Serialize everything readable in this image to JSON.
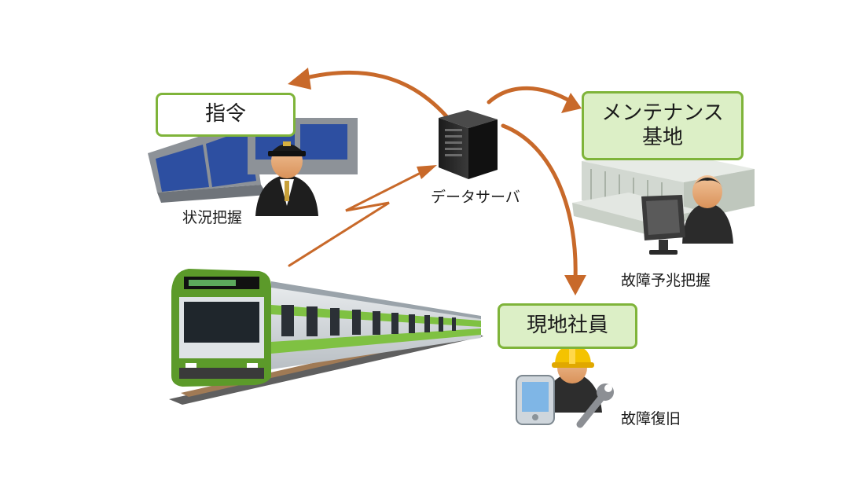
{
  "nodes": {
    "command": {
      "label": "指令",
      "caption": "状況把握"
    },
    "server": {
      "caption": "データサーバ"
    },
    "maintenance": {
      "label_line1": "メンテナンス",
      "label_line2": "基地",
      "caption": "故障予兆把握"
    },
    "field_staff": {
      "label": "現地社員",
      "caption": "故障復旧"
    }
  },
  "colors": {
    "arrow": "#c8692a",
    "box_border": "#7fb43a",
    "box_fill_highlight": "#dcefc6",
    "train_green": "#5c9a2a"
  },
  "icons": [
    "dispatcher-icon",
    "server-icon",
    "maintenance-worker-icon",
    "field-worker-icon",
    "pda-icon",
    "wrench-icon",
    "train-icon"
  ]
}
